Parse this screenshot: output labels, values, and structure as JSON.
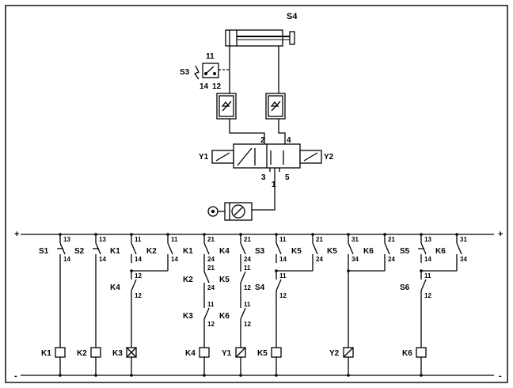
{
  "pneumatic": {
    "cylinder_label": "S4",
    "limit_switch": {
      "name": "S3",
      "pin_top": "11",
      "pin_left": "14",
      "pin_right": "12"
    },
    "valve": {
      "left_solenoid": "Y1",
      "right_solenoid": "Y2",
      "port_a": "2",
      "port_b": "4",
      "port_exhaust_left": "3",
      "port_supply": "1",
      "port_exhaust_right": "5"
    }
  },
  "rails": {
    "plus": "+",
    "minus": "-"
  },
  "ladder": [
    {
      "rung": "r1",
      "contacts": [
        {
          "name": "S1",
          "top": "13",
          "bottom": "14"
        }
      ],
      "coil": "K1"
    },
    {
      "rung": "r2",
      "contacts": [
        {
          "name": "S2",
          "top": "13",
          "bottom": "14"
        }
      ],
      "coil": "K2"
    },
    {
      "rung": "r3",
      "contacts": [
        {
          "name": "K1",
          "top": "11",
          "bottom": "14"
        },
        {
          "name": "K2",
          "top": "11",
          "bottom": "14"
        },
        {
          "name": "K4",
          "top": "12",
          "bottom": "12"
        }
      ],
      "coil": "K3"
    },
    {
      "rung": "r4",
      "contacts": [
        {
          "name": "K1",
          "top": "21",
          "bottom": "24"
        },
        {
          "name": "K2",
          "top": "21",
          "bottom": "24"
        },
        {
          "name": "K3",
          "top": "11",
          "bottom": "12"
        }
      ],
      "coil": "K4"
    },
    {
      "rung": "r5",
      "contacts": [
        {
          "name": "K4",
          "top": "21",
          "bottom": "24"
        },
        {
          "name": "K5",
          "top": "11",
          "bottom": "12"
        },
        {
          "name": "K6",
          "top": "11",
          "bottom": "12"
        }
      ],
      "coil": "Y1"
    },
    {
      "rung": "r6",
      "contacts": [
        {
          "name": "S3",
          "top": "11",
          "bottom": "14"
        },
        {
          "name": "K5",
          "top": "21",
          "bottom": "24"
        },
        {
          "name": "S4",
          "top": "11",
          "bottom": "12"
        }
      ],
      "coil": "K5"
    },
    {
      "rung": "r7",
      "contacts": [
        {
          "name": "K5",
          "top": "31",
          "bottom": "34"
        },
        {
          "name": "K6",
          "top": "21",
          "bottom": "24"
        }
      ],
      "coil": "Y2"
    },
    {
      "rung": "r8",
      "contacts": [
        {
          "name": "S5",
          "top": "13",
          "bottom": "14"
        },
        {
          "name": "K6",
          "top": "31",
          "bottom": "34"
        },
        {
          "name": "S6",
          "top": "11",
          "bottom": "12"
        }
      ],
      "coil": "K6"
    }
  ]
}
